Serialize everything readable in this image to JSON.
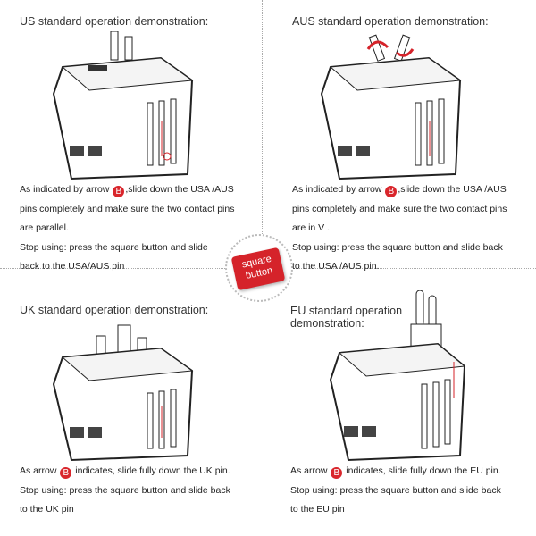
{
  "badge_letter": "B",
  "center_button": {
    "line1": "square",
    "line2": "button"
  },
  "panels": [
    {
      "title": "US standard operation demonstration:",
      "pre": "As indicated by arrow",
      "post": ",slide down the USA /AUS",
      "lines": [
        "pins completely and make sure the two contact pins",
        "are parallel.",
        "Stop using: press the square button and slide",
        "back to the USA/AUS  pin"
      ]
    },
    {
      "title": "AUS standard operation demonstration:",
      "pre": "As indicated by arrow",
      "post": ",slide down the USA /AUS",
      "lines": [
        "pins completely and make sure the two contact pins",
        "are in V .",
        "Stop using: press the square button and slide back",
        "to the USA /AUS  pin."
      ]
    },
    {
      "title": "UK standard operation demonstration:",
      "pre": "As arrow",
      "post": "indicates, slide fully down the UK pin.",
      "lines": [
        "Stop using: press the square button and slide back",
        " to the UK pin"
      ]
    },
    {
      "title_lines": [
        "EU standard operation",
        "demonstration:"
      ],
      "pre": "As arrow",
      "post": "indicates, slide fully down the EU pin.",
      "lines": [
        "Stop using: press the square button and slide back",
        "to the EU pin"
      ]
    }
  ],
  "colors": {
    "accent": "#d5232a"
  }
}
